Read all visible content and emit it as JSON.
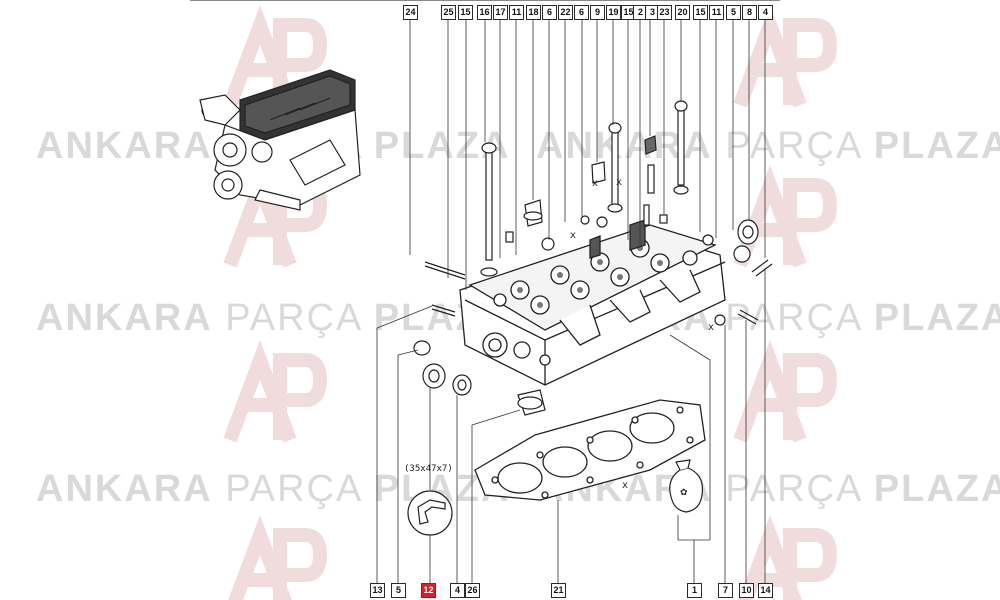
{
  "watermark": {
    "brand_bold_1": "ANKARA",
    "brand_light": "PARÇA",
    "brand_bold_2": "PLAZA",
    "logo_letters": "AP"
  },
  "top_callouts": [
    "24",
    "25",
    "15",
    "16",
    "17",
    "11",
    "18",
    "6",
    "22",
    "6",
    "9",
    "19",
    "15",
    "2",
    "3",
    "23",
    "20",
    "15",
    "11",
    "5",
    "8",
    "4"
  ],
  "bottom_callouts": [
    "13",
    "5",
    "12",
    "4",
    "26",
    "21",
    "1",
    "7",
    "10",
    "14"
  ],
  "highlighted_callout": "12",
  "seal_dimension_label": "(35x47x7)",
  "cross_ref_marks": [
    "x",
    "x",
    "x",
    "x",
    "x"
  ],
  "colors": {
    "highlight": "#e31b23",
    "watermark": "#d9d9d9",
    "line_art": "#2a2a2a"
  }
}
